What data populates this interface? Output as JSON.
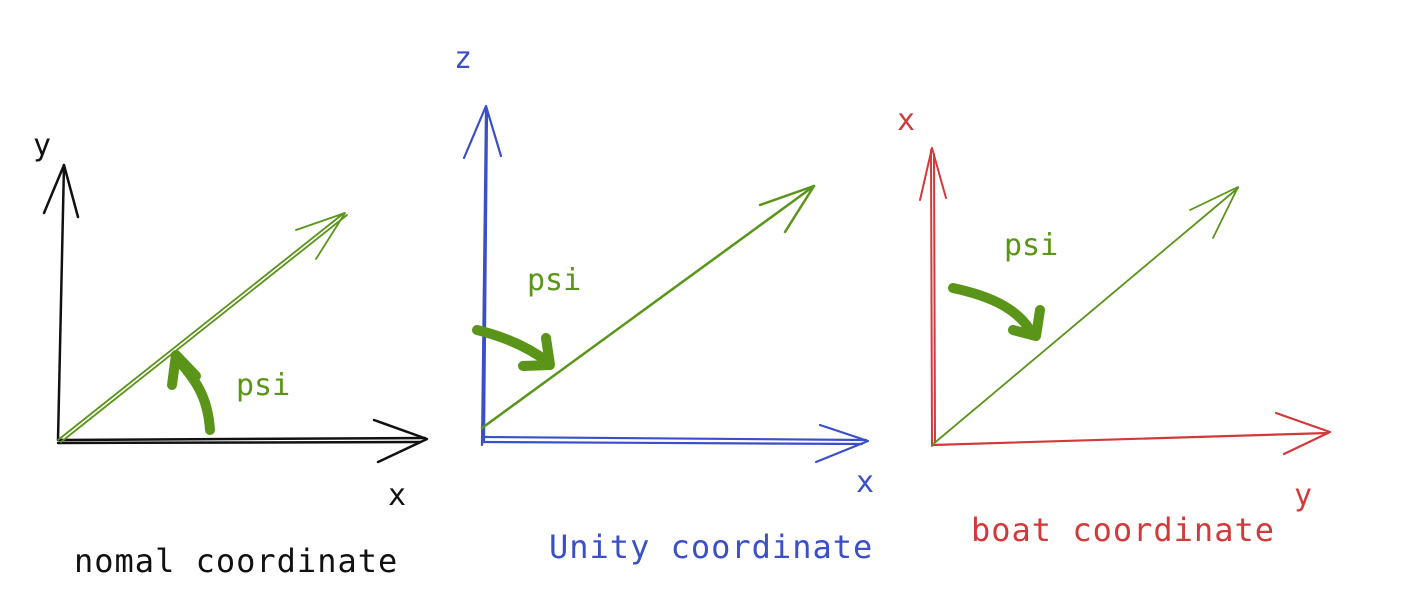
{
  "colors": {
    "background": "#ffffff",
    "normal": "#111111",
    "unity": "#3a4fc8",
    "boat": "#d23a3a",
    "vector": "#5a9418"
  },
  "diagrams": [
    {
      "caption": "nomal coordinate",
      "vertical_axis_label": "y",
      "horizontal_axis_label": "x",
      "angle_label": "psi"
    },
    {
      "caption": "Unity coordinate",
      "vertical_axis_label": "z",
      "horizontal_axis_label": "x",
      "angle_label": "psi"
    },
    {
      "caption": "boat coordinate",
      "vertical_axis_label": "x",
      "horizontal_axis_label": "y",
      "angle_label": "psi"
    }
  ]
}
